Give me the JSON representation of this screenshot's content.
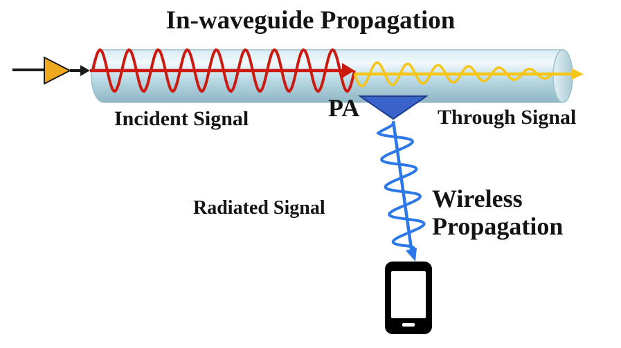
{
  "title": "In-waveguide Propagation",
  "labels": {
    "incident": "Incident Signal",
    "pa": "PA",
    "through": "Through Signal",
    "radiated": "Radiated Signal",
    "wireless_line1": "Wireless",
    "wireless_line2": "Propagation"
  },
  "colors": {
    "incident_wave": "#cc1a10",
    "through_wave": "#f5c518",
    "radiated_wave": "#2d78e8",
    "amplifier": "#f0a91e",
    "pa_triangle": "#3a63c9",
    "waveguide": "#bcdbe6",
    "phone": "#000000"
  },
  "icons": [
    "amplifier-triangle-icon",
    "pa-triangle-icon",
    "smartphone-icon"
  ]
}
